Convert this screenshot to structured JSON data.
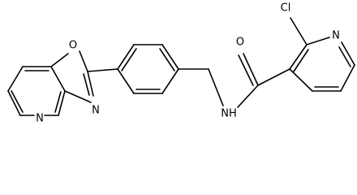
{
  "molecule": {
    "atoms": {
      "cl": "Cl",
      "n_pyridine": "N",
      "o_carbonyl": "O",
      "n_amide": "NH",
      "o_oxazole": "O",
      "n_oxazole": "N",
      "n_pyridine_fused": "N"
    }
  }
}
